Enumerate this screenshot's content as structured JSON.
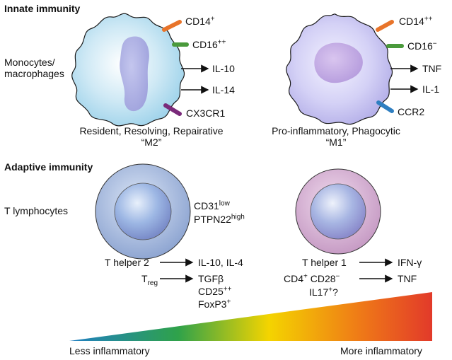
{
  "innate": {
    "heading": "Innate immunity",
    "cell_type": [
      "Monocytes/",
      "macrophages"
    ],
    "m2": {
      "markers": [
        {
          "base": "CD14",
          "sup": "+",
          "color": "#e8742a"
        },
        {
          "base": "CD16",
          "sup": "++",
          "color": "#4a9a3c"
        },
        {
          "base": "CX3CR1",
          "sup": "",
          "color": "#7a2a7a"
        }
      ],
      "secreted": [
        "IL-10",
        "IL-14"
      ],
      "caption": [
        "Resident, Resolving, Repairative",
        "“M2”"
      ]
    },
    "m1": {
      "markers": [
        {
          "base": "CD14",
          "sup": "++",
          "color": "#e8742a"
        },
        {
          "base": "CD16",
          "sup": "−",
          "color": "#4a9a3c"
        },
        {
          "base": "CCR2",
          "sup": "",
          "color": "#2f7fc1"
        }
      ],
      "secreted": [
        "TNF",
        "IL-1"
      ],
      "caption": [
        "Pro-inflammatory, Phagocytic",
        "“M1”"
      ]
    }
  },
  "adaptive": {
    "heading": "Adaptive immunity",
    "cell_type": "T lymphocytes",
    "markers": [
      {
        "base": "CD31",
        "sup": "low"
      },
      {
        "base": "PTPN22",
        "sup": "high"
      }
    ],
    "left": {
      "th2": "T helper 2",
      "th2_out": "IL-10, IL-4",
      "treg_base": "T",
      "treg_sub": "reg",
      "treg_out": "TGFβ",
      "treg_extra": [
        {
          "base": "CD25",
          "sup": "++"
        },
        {
          "base": "FoxP3",
          "sup": "+"
        }
      ]
    },
    "right": {
      "th1": "T helper 1",
      "th1_out": "IFN-γ",
      "cd4": "CD4",
      "cd4_sup": "+",
      "cd28": "CD28",
      "cd28_sup": "−",
      "cd_out": "TNF",
      "il17": "IL17",
      "il17_sup": "+",
      "il17_q": "?"
    }
  },
  "gradient": {
    "left_label": "Less inflammatory",
    "right_label": "More inflammatory",
    "colors": [
      "#1f7fc4",
      "#2fa24a",
      "#f4d400",
      "#ef7a17",
      "#e23a2a"
    ]
  }
}
